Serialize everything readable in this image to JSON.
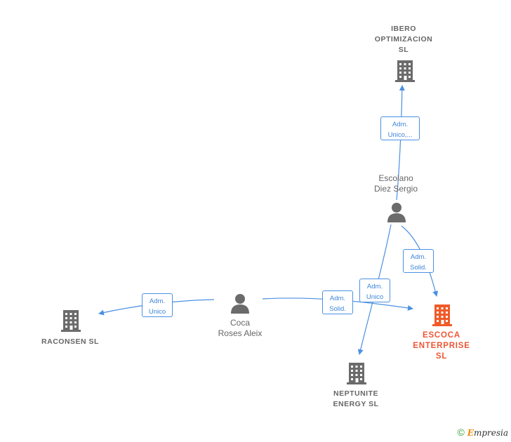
{
  "nodes": {
    "ibero": {
      "label_lines": [
        "IBERO",
        "OPTIMIZACION",
        "SL"
      ],
      "type": "company"
    },
    "escolano": {
      "label_lines": [
        "Escolano",
        "Diez Sergio"
      ],
      "type": "person"
    },
    "escoca": {
      "label_lines": [
        "ESCOCA",
        "ENTERPRISE",
        "SL"
      ],
      "type": "company-focus"
    },
    "coca": {
      "label_lines": [
        "Coca",
        "Roses Aleix"
      ],
      "type": "person"
    },
    "raconsen": {
      "label_lines": [
        "RACONSEN  SL"
      ],
      "type": "company"
    },
    "neptunite": {
      "label_lines": [
        "NEPTUNITE",
        "ENERGY  SL"
      ],
      "type": "company"
    }
  },
  "edges": {
    "escolano_ibero": {
      "label_lines": [
        "Adm.",
        "Unico,..."
      ]
    },
    "escolano_escoca": {
      "label_lines": [
        "Adm.",
        "Solid."
      ]
    },
    "escolano_neptunite": {
      "label_lines": [
        "Adm.",
        "Unico"
      ]
    },
    "coca_escoca": {
      "label_lines": [
        "Adm.",
        "Solid."
      ]
    },
    "coca_raconsen": {
      "label_lines": [
        "Adm.",
        "Unico"
      ]
    }
  },
  "colors": {
    "edge": "#4a90e2",
    "company_icon": "#6b6b6b",
    "focus_icon": "#f05a28",
    "person_icon": "#6b6b6b"
  },
  "footer": {
    "copyright_symbol": "©",
    "brand": "mpresia",
    "brand_initial": "E"
  }
}
